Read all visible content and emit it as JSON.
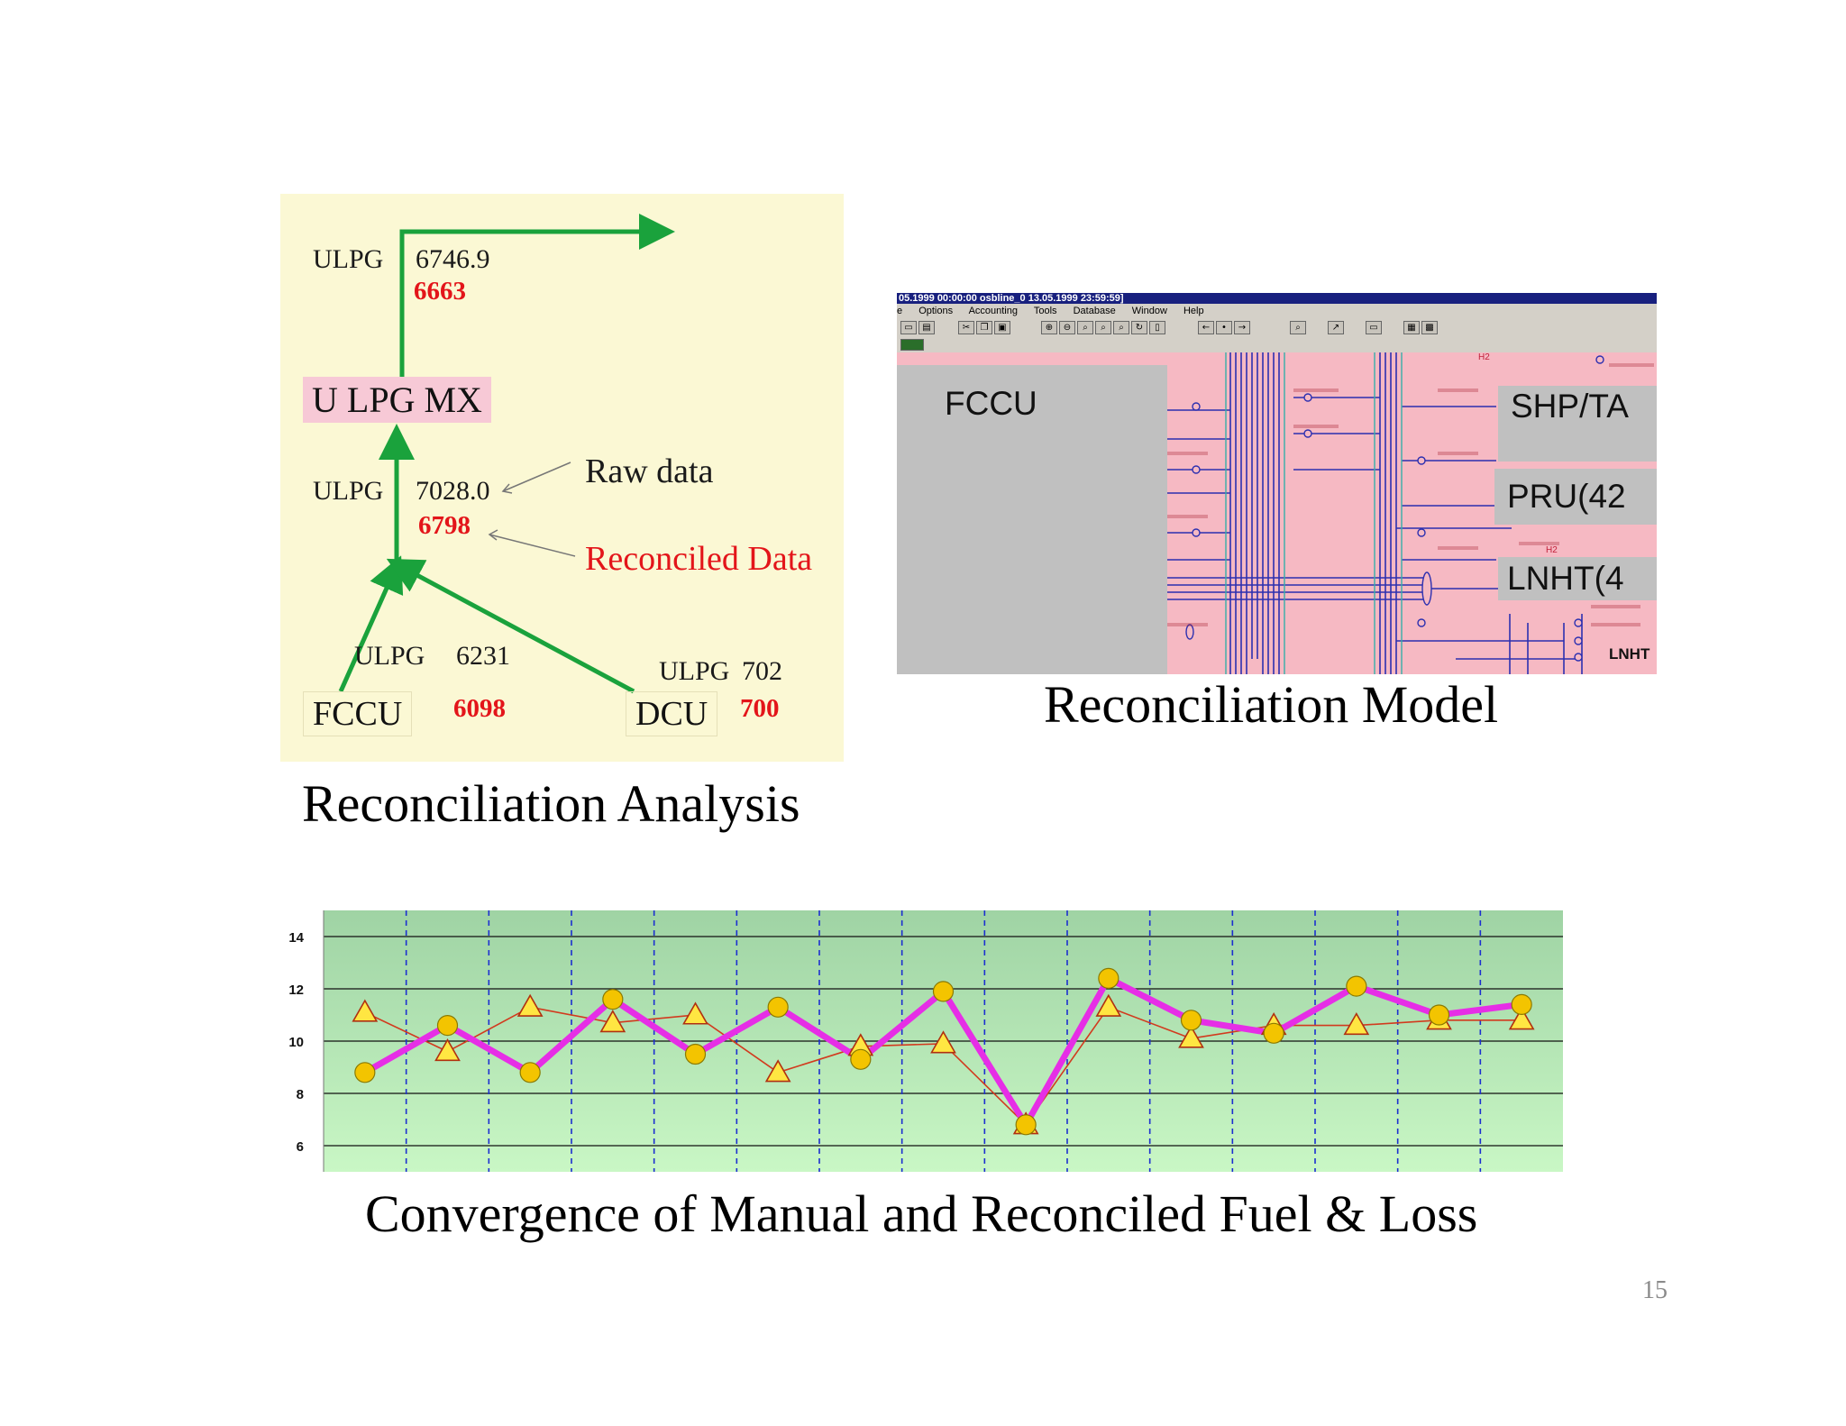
{
  "analysis": {
    "caption": "Reconciliation Analysis",
    "top_label": "ULPG",
    "top_raw": "6746.9",
    "top_reconciled": "6663",
    "mixer_label": "U LPG MX",
    "mid_label": "ULPG",
    "mid_raw": "7028.0",
    "mid_reconciled": "6798",
    "raw_data_label": "Raw data",
    "reconciled_data_label": "Reconciled Data",
    "fccu_stream_label": "ULPG",
    "fccu_raw": "6231",
    "fccu_reconciled": "6098",
    "fccu_box": "FCCU",
    "dcu_stream_label": "ULPG",
    "dcu_raw": "702",
    "dcu_reconciled": "700",
    "dcu_box": "DCU",
    "colors": {
      "arrow": "#1aa23c",
      "reconciled": "#e3151a",
      "panel_bg": "#fbf8d4",
      "mixer_bg": "#f7c9d6"
    }
  },
  "model": {
    "caption": "Reconciliation Model",
    "titlebar": "05.1999 00:00:00   osbline_0   13.05.1999 23:59:59]",
    "menu": [
      "e",
      "Options",
      "Accounting",
      "Tools",
      "Database",
      "Window",
      "Help"
    ],
    "units": {
      "fccu": "FCCU",
      "shp": "SHP/TA",
      "pru": "PRU(42",
      "lnht": "LNHT(4",
      "lnht_small": "LNHT",
      "h2_a": "H2",
      "h2_b": "H2"
    },
    "colors": {
      "canvas": "#f6b9c3",
      "unit": "#c0c0c0",
      "titlebar": "#18207e"
    }
  },
  "chart_caption": "Convergence of Manual and Reconciled Fuel & Loss",
  "page_number": "15",
  "chart_data": {
    "type": "line",
    "title": "",
    "xlabel": "",
    "ylabel": "",
    "ylim": [
      5,
      15
    ],
    "yticks": [
      "6",
      "8",
      "10",
      "12",
      "14"
    ],
    "grid": true,
    "x": [
      1,
      2,
      3,
      4,
      5,
      6,
      7,
      8,
      9,
      10,
      11,
      12,
      13,
      14,
      15
    ],
    "series": [
      {
        "marker": "circle",
        "color": "#e62ee6",
        "marker_color": "#f3c400",
        "values": [
          8.8,
          10.6,
          8.8,
          11.6,
          9.5,
          11.3,
          9.3,
          11.9,
          6.8,
          12.4,
          10.8,
          10.3,
          12.1,
          11.0,
          11.4
        ]
      },
      {
        "marker": "triangle",
        "color": "#d23a1e",
        "marker_color": "#ffe642",
        "values": [
          11.1,
          9.6,
          11.3,
          10.7,
          11.0,
          8.8,
          9.8,
          9.9,
          6.8,
          11.3,
          10.1,
          10.6,
          10.6,
          10.8,
          10.8
        ]
      }
    ]
  }
}
